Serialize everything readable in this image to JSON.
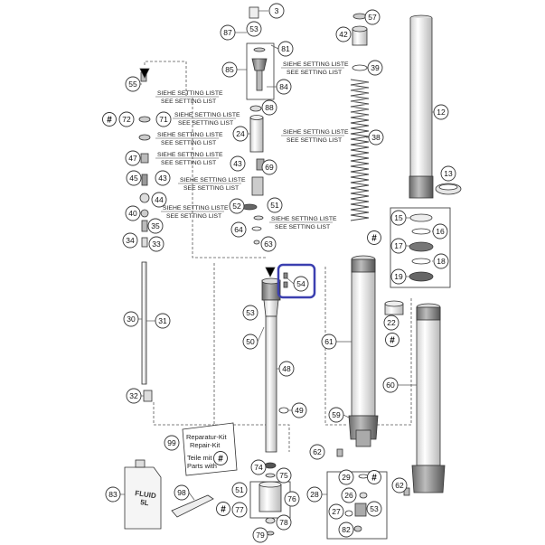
{
  "callouts": [
    {
      "n": "3"
    },
    {
      "n": "53"
    },
    {
      "n": "87"
    },
    {
      "n": "81"
    },
    {
      "n": "85"
    },
    {
      "n": "84"
    },
    {
      "n": "57"
    },
    {
      "n": "42"
    },
    {
      "n": "39"
    },
    {
      "n": "12"
    },
    {
      "n": "55"
    },
    {
      "n": "72"
    },
    {
      "n": "71"
    },
    {
      "n": "88"
    },
    {
      "n": "24"
    },
    {
      "n": "38"
    },
    {
      "n": "47"
    },
    {
      "n": "45"
    },
    {
      "n": "43"
    },
    {
      "n": "43"
    },
    {
      "n": "69"
    },
    {
      "n": "13"
    },
    {
      "n": "44"
    },
    {
      "n": "40"
    },
    {
      "n": "35"
    },
    {
      "n": "52"
    },
    {
      "n": "51"
    },
    {
      "n": "64"
    },
    {
      "n": "63"
    },
    {
      "n": "34"
    },
    {
      "n": "33"
    },
    {
      "n": "15"
    },
    {
      "n": "16"
    },
    {
      "n": "17"
    },
    {
      "n": "18"
    },
    {
      "n": "19"
    },
    {
      "n": "54"
    },
    {
      "n": "53"
    },
    {
      "n": "22"
    },
    {
      "n": "30"
    },
    {
      "n": "31"
    },
    {
      "n": "50"
    },
    {
      "n": "61"
    },
    {
      "n": "48"
    },
    {
      "n": "60"
    },
    {
      "n": "32"
    },
    {
      "n": "49"
    },
    {
      "n": "59"
    },
    {
      "n": "99"
    },
    {
      "n": "62"
    },
    {
      "n": "74"
    },
    {
      "n": "75"
    },
    {
      "n": "29"
    },
    {
      "n": "83"
    },
    {
      "n": "98"
    },
    {
      "n": "51"
    },
    {
      "n": "76"
    },
    {
      "n": "28"
    },
    {
      "n": "26"
    },
    {
      "n": "62"
    },
    {
      "n": "77"
    },
    {
      "n": "27"
    },
    {
      "n": "53"
    },
    {
      "n": "78"
    },
    {
      "n": "82"
    },
    {
      "n": "79"
    }
  ],
  "hash_symbol": "#",
  "setting_labels": [
    {
      "de": "SIEHE SETTING LISTE",
      "en": "SEE SETTING LIST"
    },
    {
      "de": "SIEHE SETTING LISTE",
      "en": "SEE SETTING LIST"
    },
    {
      "de": "SIEHE SETTING LISTE",
      "en": "SEE SETTING LIST"
    },
    {
      "de": "SIEHE SETTING LISTE",
      "en": "SEE SETTING LIST"
    },
    {
      "de": "SIEHE SETTING LISTE",
      "en": "SEE SETTING LIST"
    },
    {
      "de": "SIEHE SETTING LISTE",
      "en": "SEE SETTING LIST"
    },
    {
      "de": "SIEHE SETTING LISTE",
      "en": "SEE SETTING LIST"
    },
    {
      "de": "SIEHE SETTING LISTE",
      "en": "SEE SETTING LIST"
    },
    {
      "de": "SIEHE SETTING LISTE",
      "en": "SEE SETTING LIST"
    }
  ],
  "repair_kit": {
    "line1": "Reparatur-Kit",
    "line2": "Repair-Kit",
    "line3": "Teile mit",
    "line4": "Parts with"
  },
  "fluid_can": {
    "line1": "FLUID",
    "line2": "5L"
  },
  "highlight": {
    "color": "#3b3fb0",
    "target": "54"
  },
  "colors": {
    "line": "#333333",
    "part_fill": "#f2f2f2",
    "part_dark": "#9a9a9a"
  }
}
